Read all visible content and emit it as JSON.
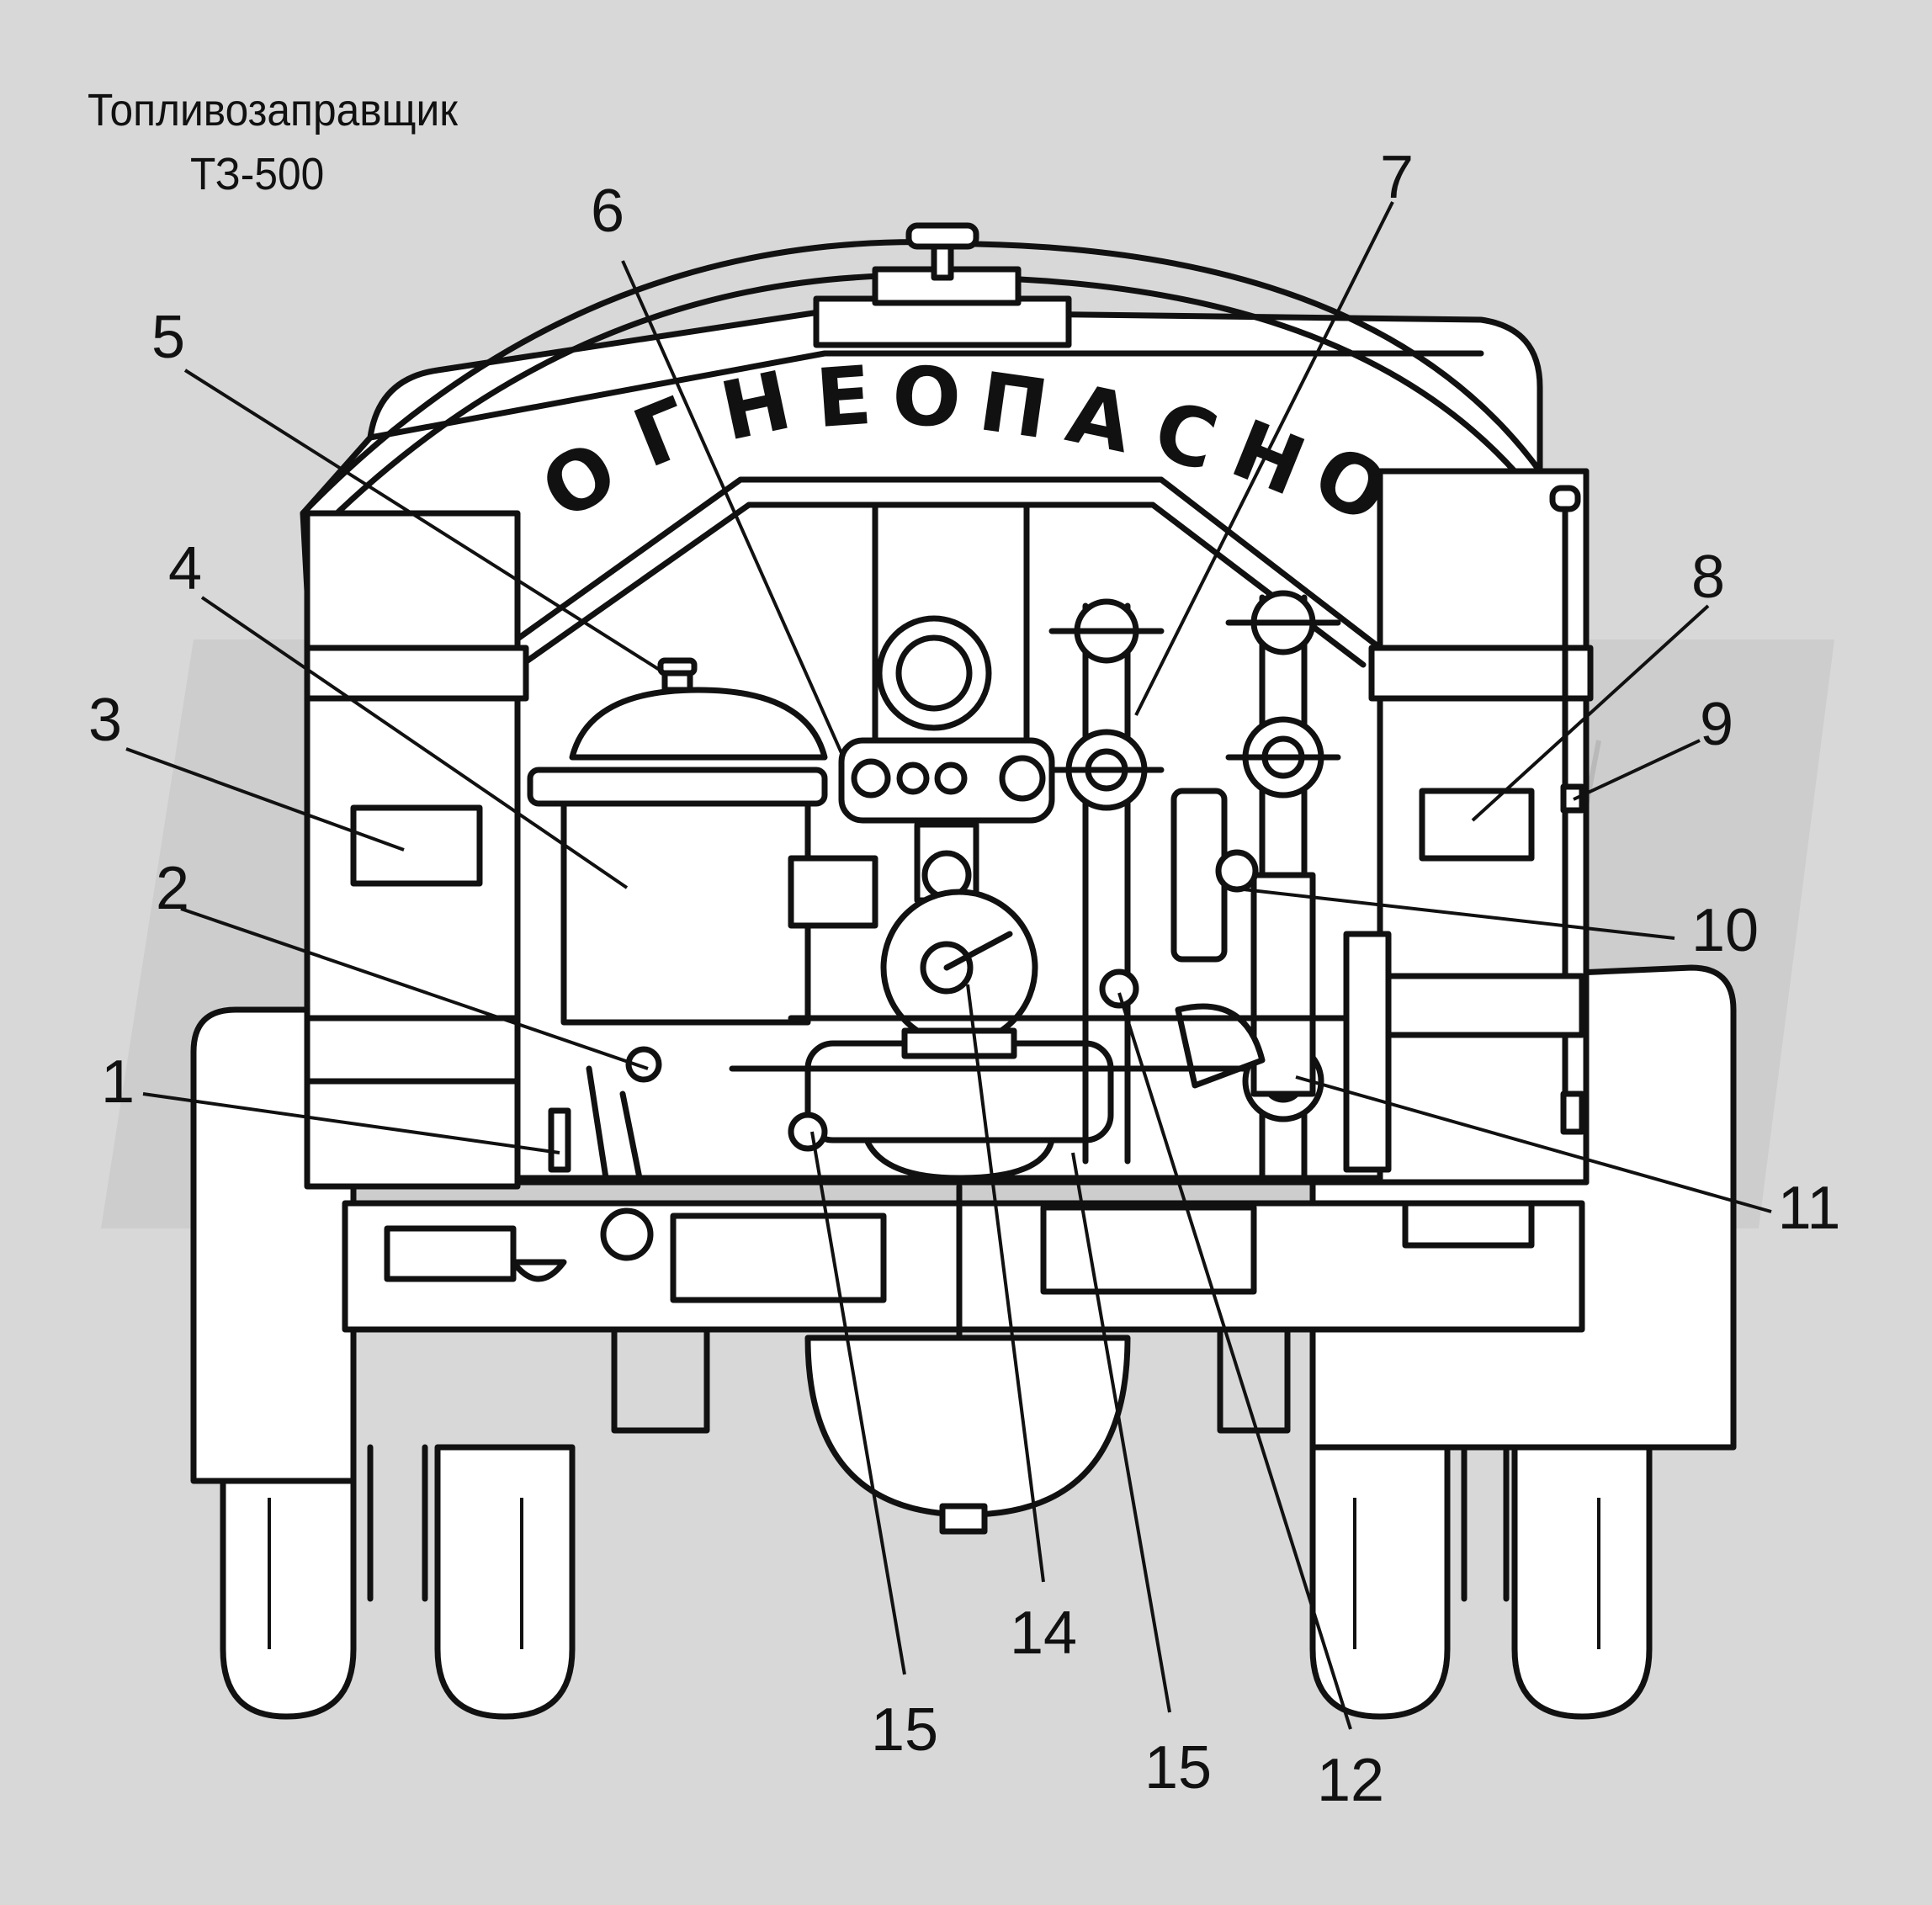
{
  "title": {
    "line1": "Топливозаправщик",
    "line2": "ТЗ-500"
  },
  "sign_text": "ОГНЕОПАСНО",
  "sign_letters": [
    "О",
    "Г",
    "Н",
    "Е",
    "О",
    "П",
    "А",
    "С",
    "Н",
    "О"
  ],
  "callouts": [
    {
      "id": "c1",
      "label": "1"
    },
    {
      "id": "c2",
      "label": "2"
    },
    {
      "id": "c3",
      "label": "3"
    },
    {
      "id": "c4",
      "label": "4"
    },
    {
      "id": "c5",
      "label": "5"
    },
    {
      "id": "c6",
      "label": "6"
    },
    {
      "id": "c7",
      "label": "7"
    },
    {
      "id": "c8",
      "label": "8"
    },
    {
      "id": "c9",
      "label": "9"
    },
    {
      "id": "c10",
      "label": "10"
    },
    {
      "id": "c11",
      "label": "11"
    },
    {
      "id": "c12",
      "label": "12"
    },
    {
      "id": "c14",
      "label": "14"
    },
    {
      "id": "c15a",
      "label": "15"
    },
    {
      "id": "c15b",
      "label": "15"
    }
  ],
  "colors": {
    "background": "#d8d8d8",
    "ink": "#111111",
    "watermark": "#c4c4c4"
  }
}
